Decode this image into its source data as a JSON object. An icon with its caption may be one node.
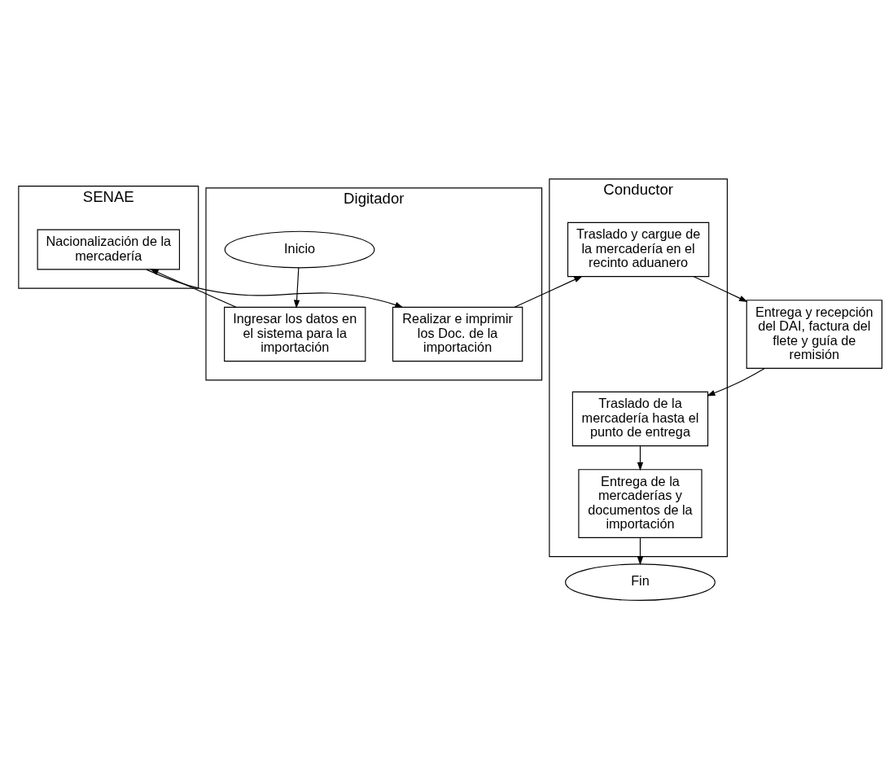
{
  "diagram": {
    "nodes": [
      {
        "text": [
          "SENAE"
        ]
      },
      {
        "text": [
          "Digitador"
        ]
      },
      {
        "text": [
          "Conductor"
        ]
      },
      {
        "text": [
          "Inicio"
        ],
        "in": 1
      },
      {
        "text": [
          "Ingresar los datos en el sistema para la importación"
        ],
        "in": 1
      },
      {
        "text": [
          "Nacionalización de la mercadería"
        ],
        "in": 0
      },
      {
        "text": [
          "Realizar e imprimir los Doc. de la importación"
        ],
        "in": 1
      },
      {
        "text": [
          "Traslado y cargue de la mercadería en el recinto aduanero"
        ],
        "in": 2
      },
      {
        "text": [
          "Entrega y recepción del DAI, factura del flete y guía de remisión"
        ]
      },
      {
        "text": [
          "Traslado de la mercadería hasta el punto de entrega"
        ],
        "in": 2
      },
      {
        "text": [
          "Entrega de la mercaderías y documentos de la importación"
        ],
        "in": 2
      },
      {
        "text": [
          "Fin"
        ]
      }
    ],
    "edges": [
      {
        "from": 3,
        "to": 4,
        "arrow": "to"
      },
      {
        "from": 4,
        "to": 5,
        "arrow": "to"
      },
      {
        "from": 5,
        "to": 6,
        "arrow": "to"
      },
      {
        "from": 6,
        "to": 7,
        "arrow": "to"
      },
      {
        "from": 7,
        "to": 8,
        "arrow": "to"
      },
      {
        "from": 8,
        "to": 9,
        "arrow": "to"
      },
      {
        "from": 9,
        "to": 10,
        "arrow": "to"
      },
      {
        "from": 10,
        "to": 11,
        "arrow": "to"
      }
    ]
  }
}
